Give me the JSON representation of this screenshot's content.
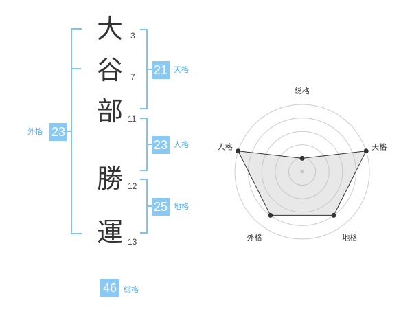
{
  "name": {
    "characters": [
      {
        "char": "大",
        "strokes": "3"
      },
      {
        "char": "谷",
        "strokes": "7"
      },
      {
        "char": "部",
        "strokes": "11"
      },
      {
        "char": "勝",
        "strokes": "12"
      },
      {
        "char": "運",
        "strokes": "13"
      }
    ]
  },
  "scores": {
    "tenkaku": {
      "value": "21",
      "label": "天格"
    },
    "jinkaku": {
      "value": "23",
      "label": "人格"
    },
    "chikaku": {
      "value": "25",
      "label": "地格"
    },
    "gaikaku": {
      "value": "23",
      "label": "外格"
    },
    "soukaku": {
      "value": "46",
      "label": "総格"
    }
  },
  "colors": {
    "accent": "#8ac9f3",
    "bracket": "#7fc4f0",
    "label": "#5aaee6",
    "text": "#333333"
  },
  "chart_data": {
    "type": "radar",
    "axes": [
      "総格",
      "天格",
      "地格",
      "外格",
      "人格"
    ],
    "values": [
      1,
      5,
      4,
      4,
      5
    ],
    "range": [
      0,
      5
    ],
    "rings": 5
  }
}
